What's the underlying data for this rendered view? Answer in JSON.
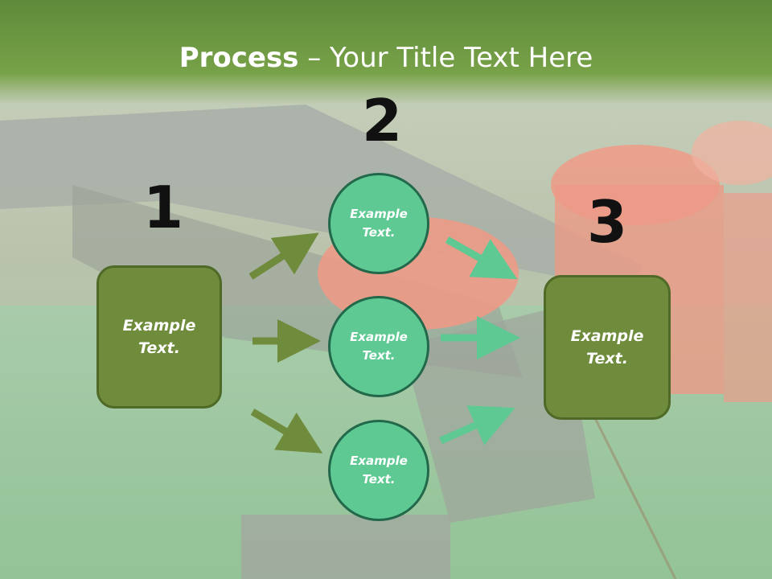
{
  "title": {
    "bold": "Process",
    "rest": " – Your Title Text Here"
  },
  "steps": [
    {
      "number": "1",
      "box_text_line1": "Example",
      "box_text_line2": "Text."
    },
    {
      "number": "2",
      "circles": [
        {
          "line1": "Example",
          "line2": "Text."
        },
        {
          "line1": "Example",
          "line2": "Text."
        },
        {
          "line1": "Example",
          "line2": "Text."
        }
      ]
    },
    {
      "number": "3",
      "box_text_line1": "Example",
      "box_text_line2": "Text."
    }
  ],
  "colors": {
    "header_green": "#78a248",
    "box_green": "#6f8b3c",
    "circle_green": "#5fc993",
    "arrow_olive": "#6f8b3c",
    "arrow_mint": "#5fc993"
  }
}
